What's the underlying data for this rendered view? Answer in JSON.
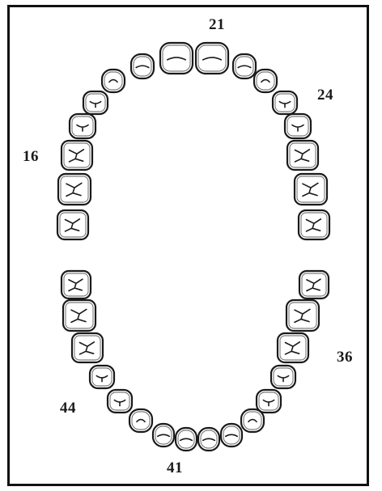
{
  "tooth_labels": {
    "upper_central": "21",
    "upper_left_premolar": "24",
    "upper_right_molar": "16",
    "lower_left_molar": "36",
    "lower_right_premolar": "44",
    "lower_central": "41"
  },
  "colors": {
    "ink": "#1a1a1a",
    "frame": "#111111",
    "background": "#ffffff"
  }
}
